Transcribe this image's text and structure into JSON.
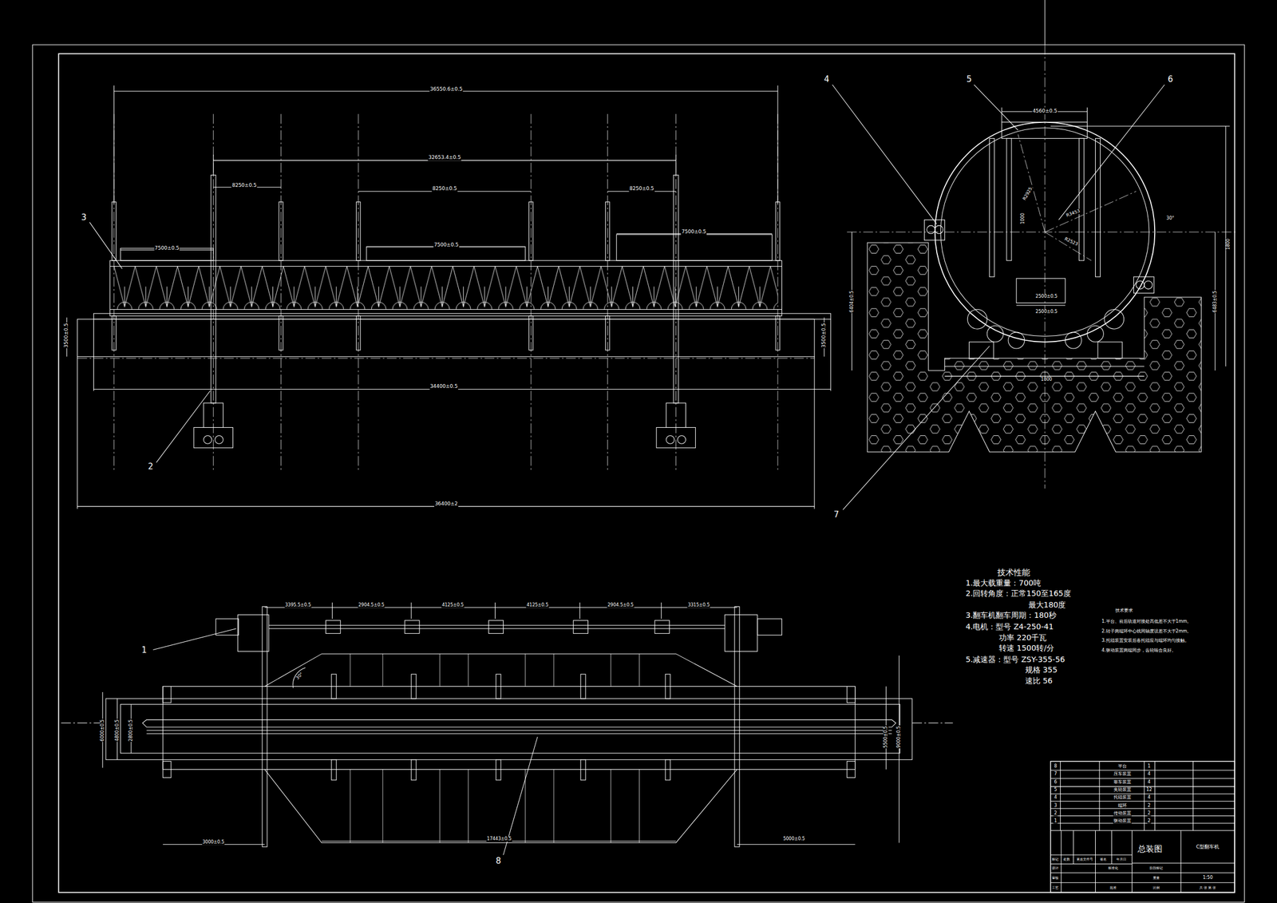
{
  "diagram": {
    "labels": [
      "36550.6±0.5",
      "32653.4±0.5",
      "8250±0.5",
      "8250±0.5",
      "8250±0.5",
      "7500±0.5",
      "7500±0.5",
      "7500±0.5",
      "3500±0.5",
      "3500±0.5",
      "34400±0.5",
      "36400±2",
      "3",
      "2",
      "1",
      "8",
      "4",
      "5",
      "6",
      "7",
      "4560±0.5",
      "R2925",
      "R3453",
      "R2523",
      "1000",
      "2500±0.5",
      "2500±0.5",
      "6404±0.5",
      "6483±0.5",
      "1800",
      "1800",
      "30°",
      "3395.5±0.5",
      "2904.5±0.5",
      "4125±0.5",
      "4125±0.5",
      "2904.5±0.5",
      "3315±0.5",
      "30°",
      "6000±0.5",
      "4800±0.5",
      "2800±0.5",
      "5500±0.5",
      "9000±0.5",
      "3000±0.5",
      "17443±0.5",
      "5000±0.5",
      "技术性能",
      "1.最大载重量：700吨",
      "2.回转角度：正常150至165度",
      "最大180度",
      "3.翻车机翻车周期：180秒",
      "4.电机：型号 Z4-250-41",
      "功率 220千瓦",
      "转速 1500转/分",
      "5.减速器：型号 ZSY-355-56",
      "规格 355",
      "速比 56",
      "技术要求",
      "1.平台、前后轨道对接处高低差不大于1mm。",
      "2.转子两端环中心线同轴度误差不大于2mm。",
      "3.托辊装置安装后各托辊应与端环均匀接触。",
      "4.驱动装置两端同步，齿轮啮合良好。",
      "8",
      "平台",
      "1",
      "7",
      "压车装置",
      "4",
      "6",
      "靠车装置",
      "4",
      "5",
      "夹轮装置",
      "12",
      "4",
      "托辊装置",
      "4",
      "3",
      "端环",
      "2",
      "2",
      "传动装置",
      "2",
      "1",
      "驱动装置",
      "2",
      "总装图",
      "C型翻车机",
      "1:50",
      "标记",
      "处数",
      "更改文件号",
      "签名",
      "年月日",
      "设计",
      "标准化",
      "审核",
      "工艺",
      "批准",
      "阶段标记",
      "重量",
      "比例",
      "共 张 第 张"
    ]
  }
}
